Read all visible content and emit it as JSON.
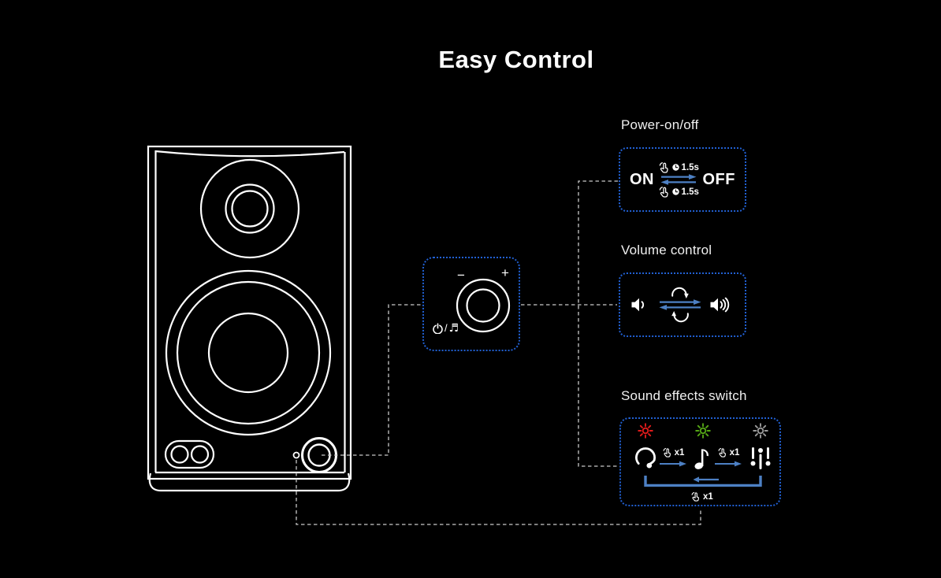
{
  "title": "Easy Control",
  "colors": {
    "background": "#000000",
    "outline_white": "#ffffff",
    "connector_dash": "#c9c9c9",
    "dotted_border_blue": "#2160d2",
    "arrow_blue": "#4d80c4"
  },
  "knob_panel": {
    "minus_label": "−",
    "plus_label": "+",
    "divider": "/",
    "music_note_glyph": "♬"
  },
  "power_section": {
    "heading": "Power-on/off",
    "on_label": "ON",
    "off_label": "OFF",
    "hold_times": [
      "1.5s",
      "1.5s"
    ]
  },
  "volume_section": {
    "heading": "Volume control"
  },
  "sound_section": {
    "heading": "Sound effects switch",
    "tap_counts": [
      "x1",
      "x1",
      "x1"
    ],
    "indicator_colors": {
      "red": "#e01b1b",
      "green": "#55a716",
      "white": "#9b9b9b"
    }
  }
}
